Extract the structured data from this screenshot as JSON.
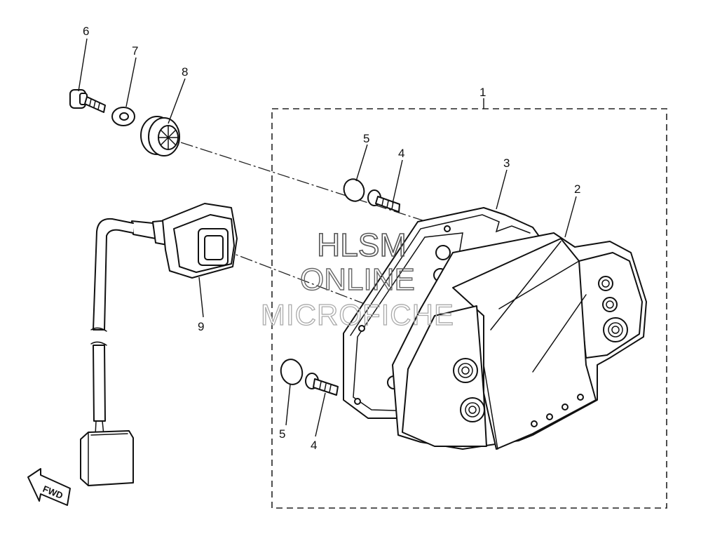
{
  "callouts": {
    "c1": "1",
    "c2": "2",
    "c3": "3",
    "c4a": "4",
    "c4b": "4",
    "c5a": "5",
    "c5b": "5",
    "c6": "6",
    "c7": "7",
    "c8": "8",
    "c9": "9"
  },
  "direction_label": "FWD",
  "watermark": {
    "line1": "HLSM",
    "line2": "ONLINE",
    "line3": "MICROFICHE"
  }
}
